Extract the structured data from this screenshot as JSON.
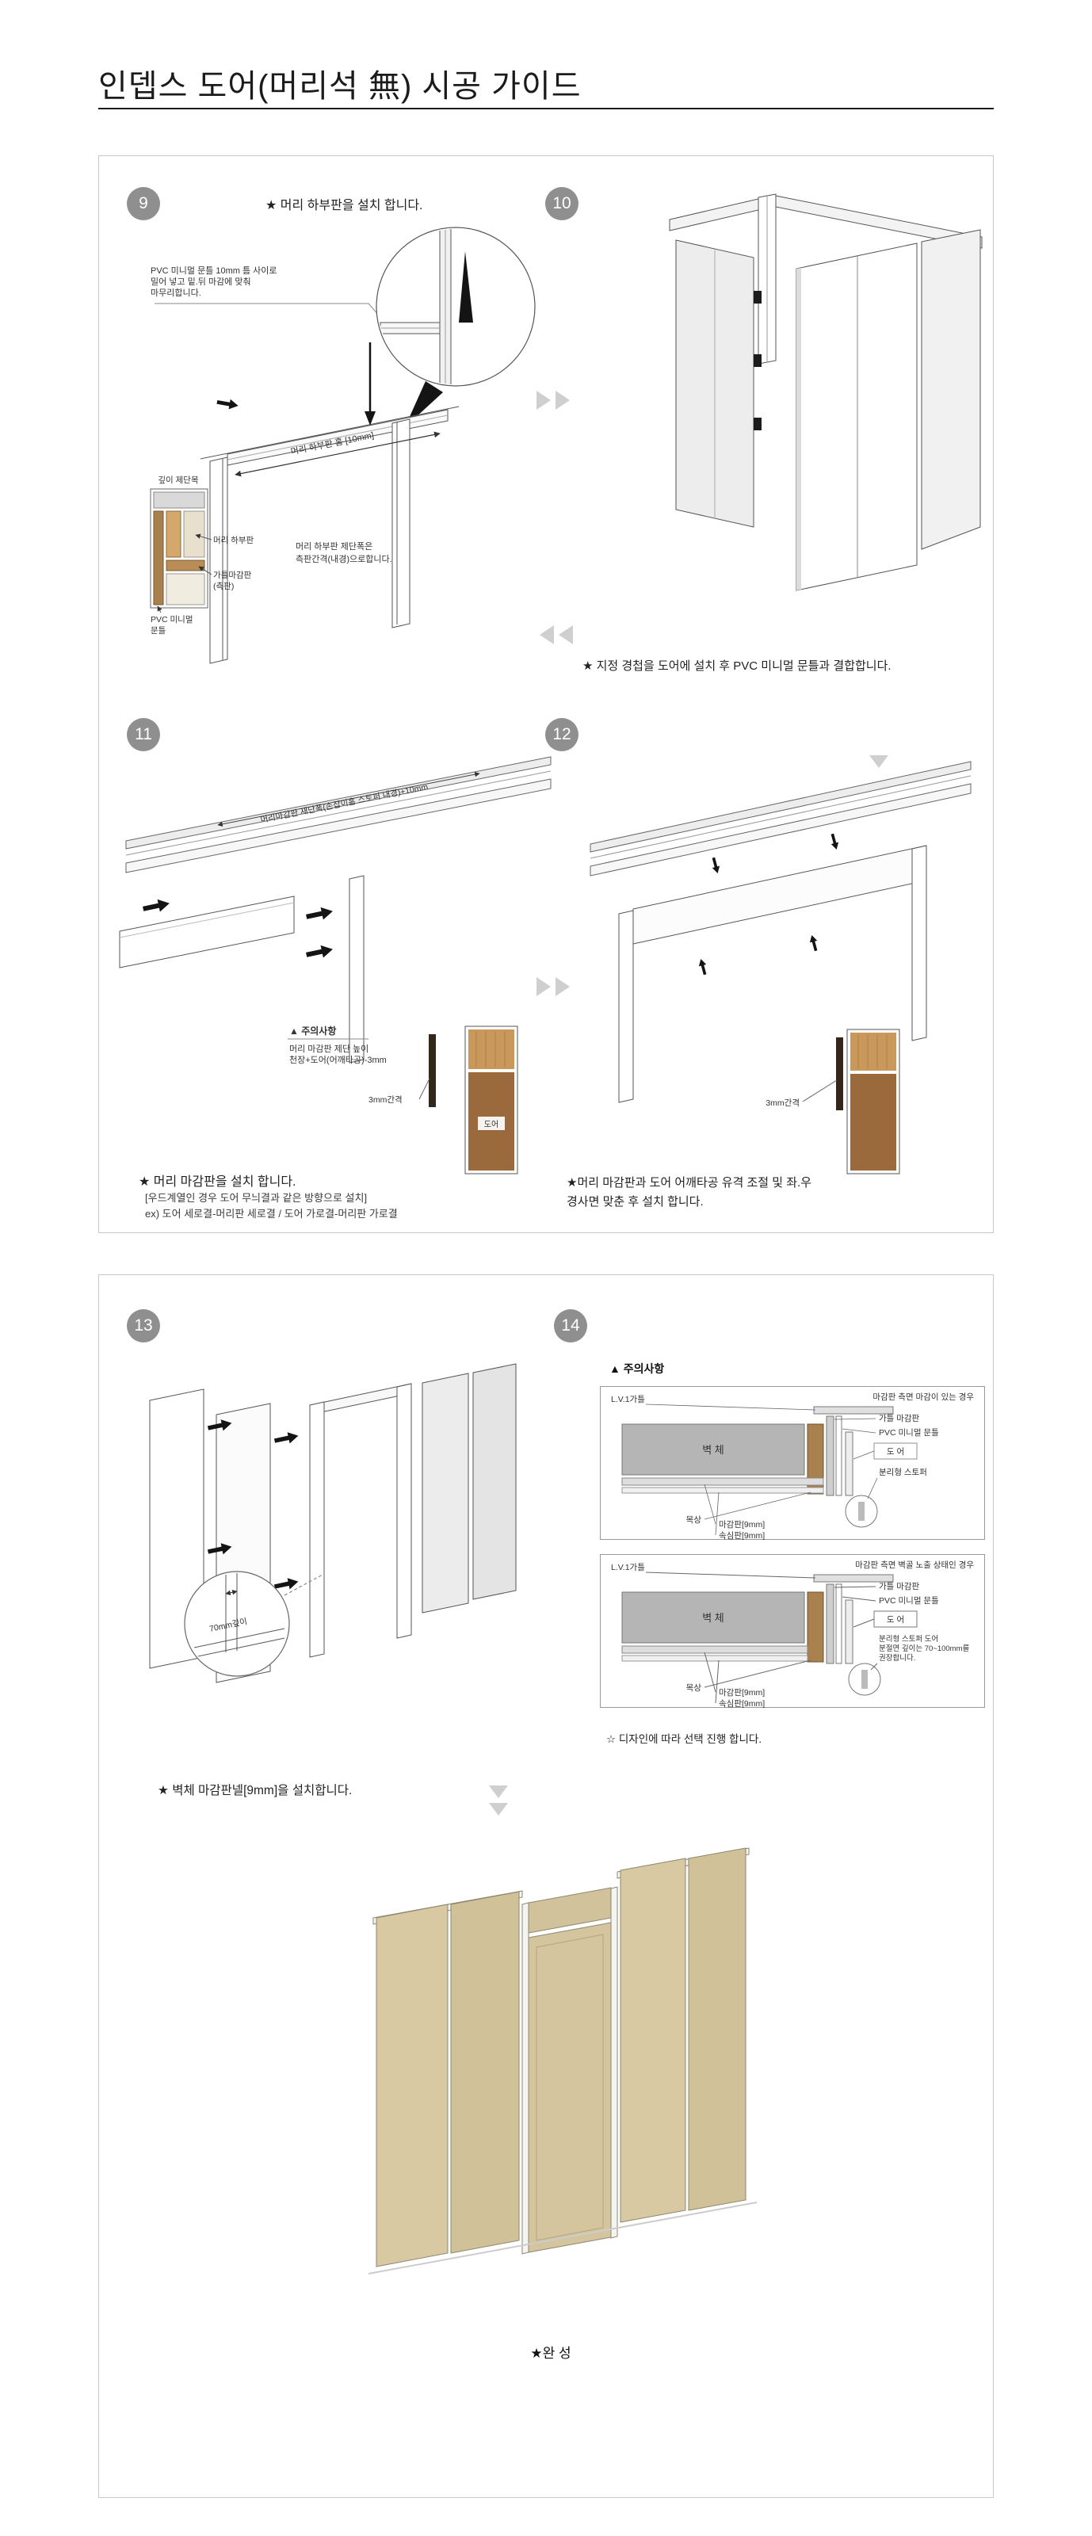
{
  "colors": {
    "badge": "#8f8f8f",
    "chevron": "#cfcfcf",
    "wood": "#a9814e",
    "door_tan": "#d7c7a0",
    "line": "#555555"
  },
  "title": "인뎁스 도어(머리석 無) 시공 가이드",
  "s9": {
    "num": "9",
    "caption": "★ 머리 하부판을 설치 합니다.",
    "note1": "PVC 미니멀 문틀 10mm 틈 사이로",
    "note2": "밀어 넣고 밑.뒤 마감에 맞춰",
    "note3": "마무리합니다.",
    "lbl_depth": "깊이 제단목",
    "lbl_head": "머리 하부판",
    "lbl_pvc1": "PVC 미니멀",
    "lbl_pvc2": "문틀",
    "lbl_side1": "가틀마감판",
    "lbl_side2": "(측판)",
    "lbl_groove": "머리 하부판 홈 [10mm]",
    "lbl_width1": "머리 하부판 제단폭은",
    "lbl_width2": "측판간격(내경)으로합니다."
  },
  "s10": {
    "num": "10",
    "caption": "★ 지정 경첩을 도어에 설치 후 PVC 미니멀 문틀과 결합합니다."
  },
  "s11": {
    "num": "11",
    "top_label": "머리마감판 재단폭(손잡이홈 스토퍼 내경)+10mm",
    "warn_title": "▲ 주의사항",
    "warn1": "머리 마감판 제단 높이",
    "warn2": "천장+도어(어깨타공)-3mm",
    "gap": "3mm간격",
    "door": "도어",
    "cap1": "★ 머리 마감판을 설치 합니다.",
    "cap2": "[우드계열인 경우 도어 무늬결과 같은 방향으로 설치]",
    "cap3": "ex) 도어 세로결-머리판 세로결 / 도어 가로결-머리판 가로결"
  },
  "s12": {
    "num": "12",
    "gap": "3mm간격",
    "cap1": "★머리 마감판과 도어 어깨타공 유격 조절 및 좌.우",
    "cap2": "경사면 맞춘 후 설치 합니다."
  },
  "s13": {
    "num": "13",
    "depth": "70mm깊이",
    "caption": "★ 벽체 마감판넬[9mm]을 설치합니다."
  },
  "s14": {
    "num": "14",
    "warn_title": "▲ 주의사항",
    "note": "☆ 디자인에 따라 선택 진행 합니다.",
    "d1": {
      "title": "마감판 측면 마감이 있는 경우",
      "lv1": "L.V.1가틀",
      "wall": "벽 체",
      "frame_panel": "가틀 마감판",
      "pvc": "PVC 미니멀 문틀",
      "door": "도 어",
      "stopper": "분리형 스토퍼",
      "stud": "목상",
      "finish": "마감판[9mm]",
      "core": "속심판[9mm]"
    },
    "d2": {
      "title": "마감판 측면 벽골 노출 상태인 경우",
      "lv1": "L.V.1가틀",
      "wall": "벽 체",
      "frame_panel": "가틀 마감판",
      "pvc": "PVC 미니멀 문틀",
      "door": "도 어",
      "stopper1": "분리형 스토퍼 도어",
      "stopper2": "분절면 깊이는 70~100mm를",
      "stopper3": "권장합니다.",
      "stud": "목상",
      "finish": "마감판[9mm]",
      "core": "속심판[9mm]"
    }
  },
  "finish_label": "★완 성"
}
